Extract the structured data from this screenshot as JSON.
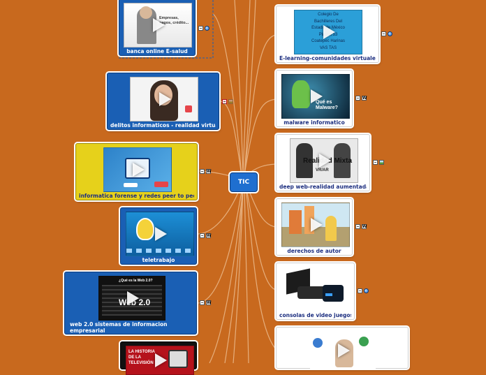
{
  "center": {
    "title": "TIC"
  },
  "left_nodes": [
    {
      "id": "banca",
      "label": "banca online  E-salud",
      "thumb_text": "Empresas, pagos, crédito..."
    },
    {
      "id": "delitos",
      "label": "delitos informaticos - realidad virtual"
    },
    {
      "id": "forense",
      "label": "informatica forense y redes peer to peer"
    },
    {
      "id": "teletrabajo",
      "label": "teletrabajo"
    },
    {
      "id": "web20",
      "label": "web 2.0 sistemas de informacion empresarial",
      "thumb_title": "¿Qué es la Web 2.0?",
      "thumb_big": "Web 2.0"
    },
    {
      "id": "tele",
      "label": "",
      "thumb_text": "LA HISTORIA DE LA TELEVISIÓN"
    }
  ],
  "right_nodes": [
    {
      "id": "elearning",
      "label": "E-learning-comunidades virtuales",
      "thumb_lines": [
        "Colegio De",
        "Bachilleres Del",
        "Estado de México",
        "Plantel 53",
        "Coatepec Harinas",
        "VAS TAS"
      ]
    },
    {
      "id": "malware",
      "label": "malware informatico",
      "thumb_text": "Qué es Malware?"
    },
    {
      "id": "deepweb",
      "label": "deep web-realidad aumentada",
      "thumb_text": "Realidad Mixta",
      "thumb_sub": "VR/AR"
    },
    {
      "id": "derechos",
      "label": "derechos de autor"
    },
    {
      "id": "consolas",
      "label": "consolas de video juegos"
    },
    {
      "id": "last",
      "label": ""
    }
  ],
  "colors": {
    "background": "#c8691e",
    "node_blue": "#1a5fb4",
    "node_yellow": "#e6d11b",
    "node_red": "#b5121b",
    "line": "#e9b07b"
  },
  "icons": [
    "note-icon",
    "web-link-icon",
    "wikipedia-icon",
    "image-icon"
  ]
}
